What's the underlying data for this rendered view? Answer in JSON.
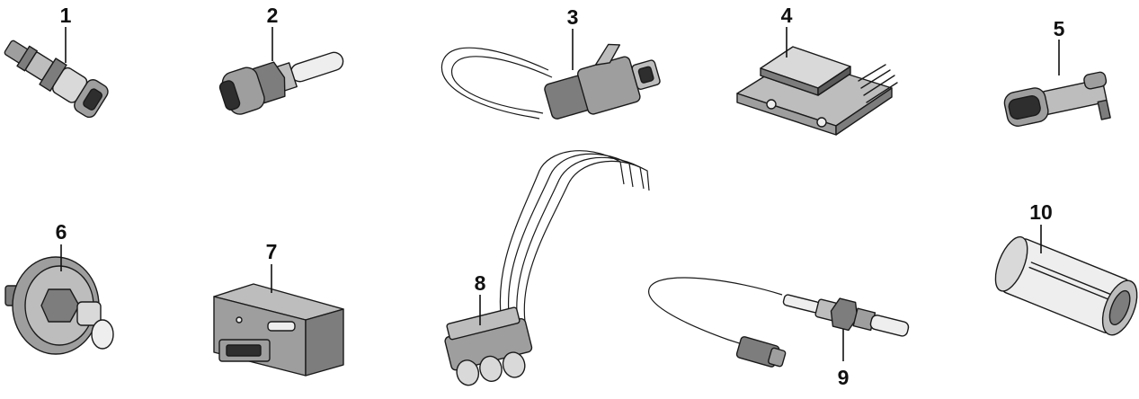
{
  "callouts": [
    {
      "id": "p1",
      "label": "1"
    },
    {
      "id": "p2",
      "label": "2"
    },
    {
      "id": "p3",
      "label": "3"
    },
    {
      "id": "p4",
      "label": "4"
    },
    {
      "id": "p5",
      "label": "5"
    },
    {
      "id": "p6",
      "label": "6"
    },
    {
      "id": "p7",
      "label": "7"
    },
    {
      "id": "p8",
      "label": "8"
    },
    {
      "id": "p9",
      "label": "9"
    },
    {
      "id": "p10",
      "label": "10"
    }
  ]
}
